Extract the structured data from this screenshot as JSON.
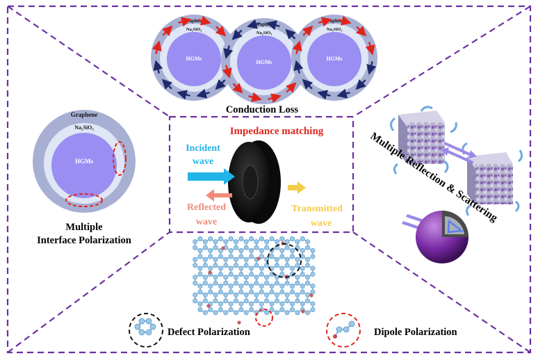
{
  "top": {
    "ring_labels": {
      "outer": "Graphene",
      "middle": "Na₂SiO₃",
      "core": "HGMs"
    },
    "title": "Conduction Loss"
  },
  "left": {
    "ring_labels": {
      "outer": "Graphene",
      "middle": "Na₂SiO₃",
      "core": "HGMs"
    },
    "title_line1": "Multiple",
    "title_line2": "Interface Polarization"
  },
  "center": {
    "title": "Impedance matching",
    "incident_line1": "Incident",
    "incident_line2": "wave",
    "reflected_line1": "Reflected",
    "reflected_line2": "wave",
    "transmitted_line1": "Transmitted",
    "transmitted_line2": "wave"
  },
  "right": {
    "title": "Multiple Reflection & Scattering"
  },
  "bottom": {
    "defect_label": "Defect Polarization",
    "dipole_label": "Dipole Polarization"
  },
  "colors": {
    "frame": "#6b2fa0",
    "graphene_ring": "#a7afd3",
    "na2sio3_ring": "#dfe6f5",
    "hgm_core": "#9a8ef3",
    "impedance_title": "#e0241b",
    "incident": "#22b4e8",
    "reflected": "#f08a7a",
    "transmitted": "#f4cc4d",
    "atom": "#9ec8e6",
    "defect_circle": "#111111",
    "dipole_circle": "#e0241b"
  }
}
